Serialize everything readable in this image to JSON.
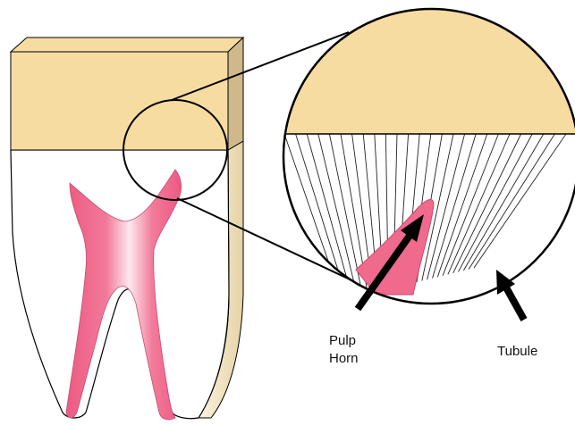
{
  "labels": {
    "pulp_horn_line1": "Pulp",
    "pulp_horn_line2": "Horn",
    "tubule": "Tubule"
  },
  "colors": {
    "enamel": "#f7dca2",
    "enamel_side": "#cfb98a",
    "pulp": "#f06a8e",
    "pulp_highlight": "#fde8ef",
    "dentin": "#ffffff",
    "root_shade": "#efe2c2",
    "outline": "#000000"
  },
  "icons": {
    "pointer_pulp": "arrow-icon",
    "pointer_tubule": "arrow-icon"
  }
}
